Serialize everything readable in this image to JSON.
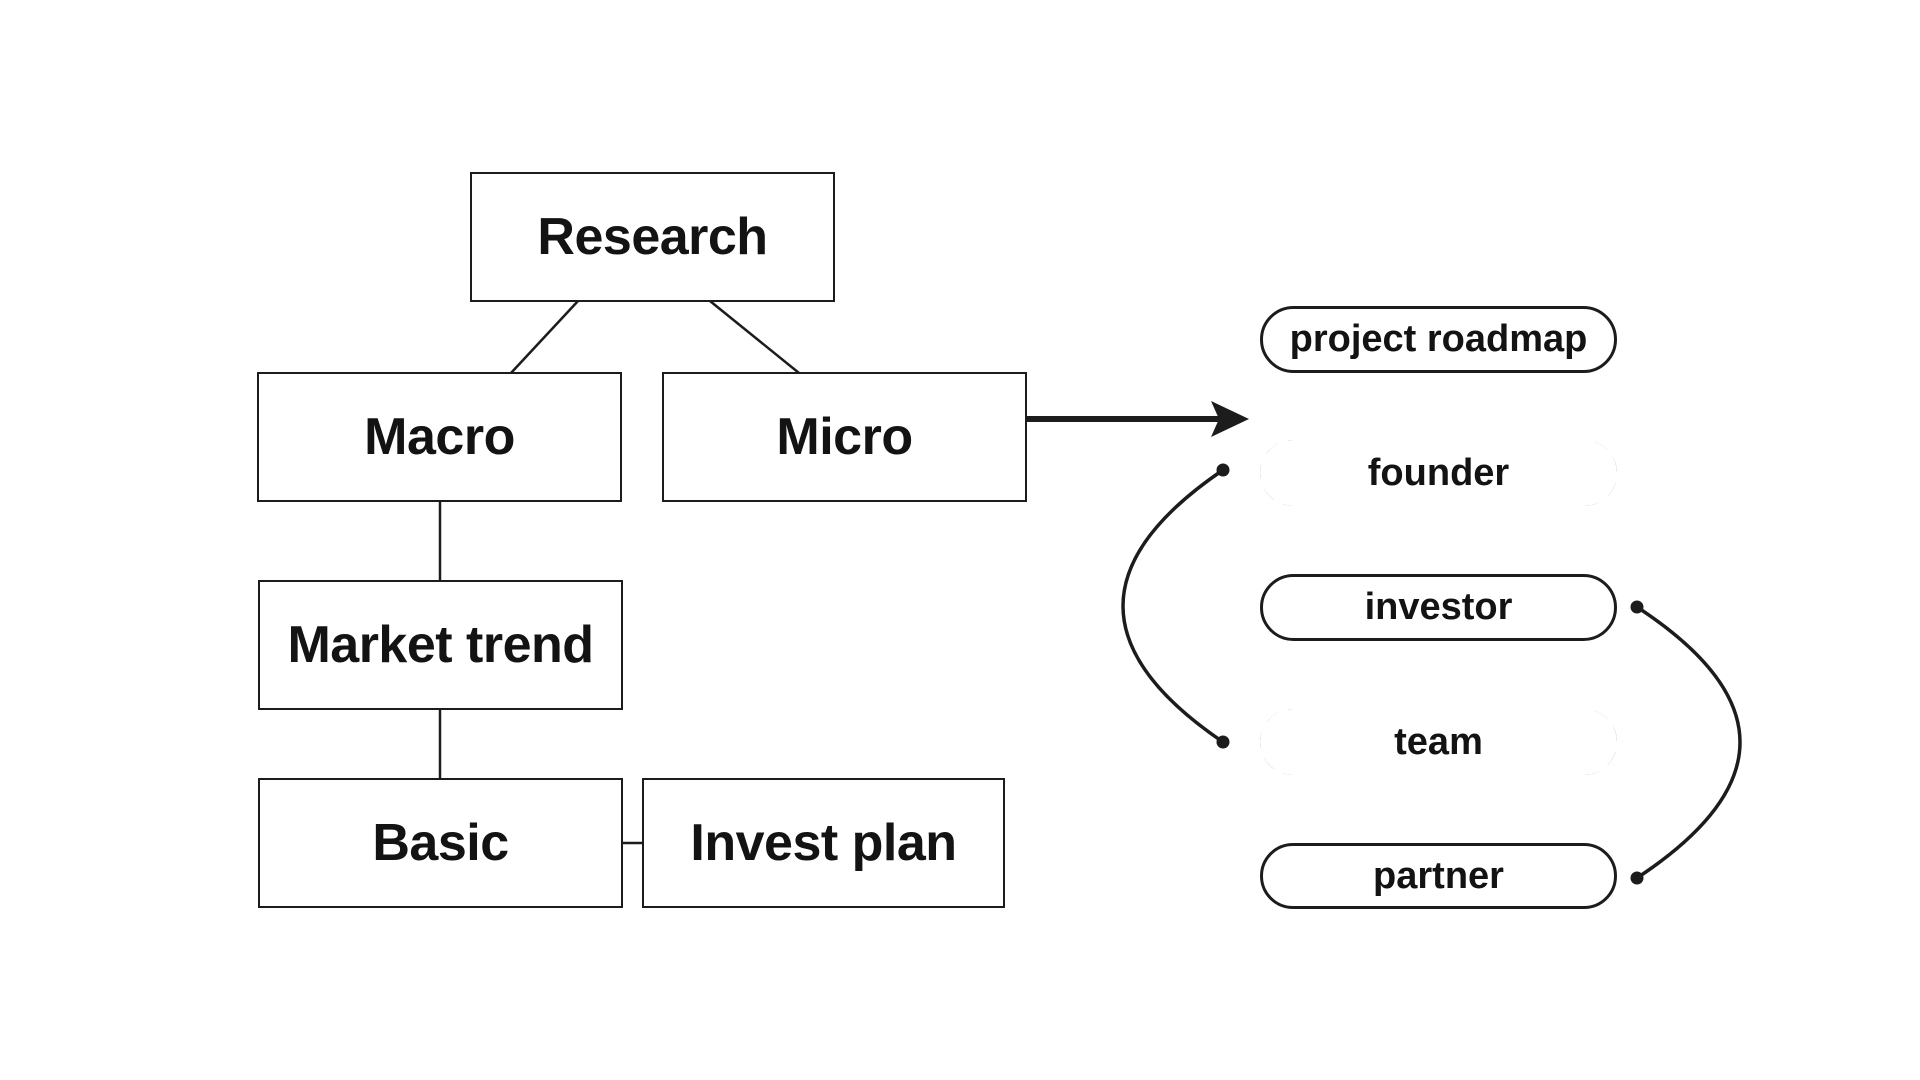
{
  "canvas": {
    "background": "#ffffff"
  },
  "colors": {
    "line": "#1c1c1c",
    "text": "#131313",
    "shape_fill": "#ffffff"
  },
  "flowchart": {
    "nodes": [
      {
        "id": "research",
        "label": "Research",
        "shape": "rectangle",
        "outline": "solid"
      },
      {
        "id": "macro",
        "label": "Macro",
        "shape": "rectangle",
        "outline": "solid"
      },
      {
        "id": "micro",
        "label": "Micro",
        "shape": "rectangle",
        "outline": "solid"
      },
      {
        "id": "market_trend",
        "label": "Market trend",
        "shape": "rectangle",
        "outline": "solid"
      },
      {
        "id": "basic",
        "label": "Basic",
        "shape": "rectangle",
        "outline": "solid"
      },
      {
        "id": "invest_plan",
        "label": "Invest plan",
        "shape": "rectangle",
        "outline": "solid"
      }
    ],
    "connections": [
      {
        "from": "Research",
        "to": "Macro",
        "style": "thin-line"
      },
      {
        "from": "Research",
        "to": "Micro",
        "style": "thin-line"
      },
      {
        "from": "Macro",
        "to": "Market trend",
        "style": "thin-line"
      },
      {
        "from": "Market trend",
        "to": "Basic",
        "style": "thin-line"
      },
      {
        "from": "Basic",
        "to": "Invest plan",
        "style": "thin-line"
      },
      {
        "from": "Micro",
        "to": "right group",
        "style": "thick-arrow"
      }
    ]
  },
  "right_group": {
    "items": [
      {
        "id": "project_roadmap",
        "label": "project roadmap",
        "outline": "solid"
      },
      {
        "id": "founder",
        "label": "founder",
        "outline": "dashed"
      },
      {
        "id": "investor",
        "label": "investor",
        "outline": "solid"
      },
      {
        "id": "team",
        "label": "team",
        "outline": "dashed"
      },
      {
        "id": "partner",
        "label": "partner",
        "outline": "solid"
      }
    ],
    "arcs": [
      {
        "from": "founder",
        "to": "team",
        "side": "left",
        "endpoints": "dots"
      },
      {
        "from": "investor",
        "to": "partner",
        "side": "right",
        "endpoints": "dots"
      }
    ]
  }
}
